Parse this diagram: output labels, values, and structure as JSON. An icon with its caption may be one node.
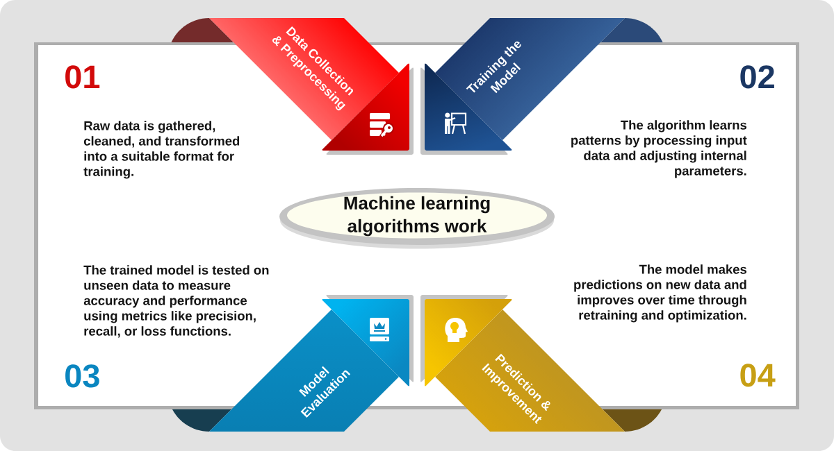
{
  "diagram": {
    "nodes": [
      {
        "text": [
          "Data Collection & Preprocessing"
        ]
      },
      {
        "text": [
          "Training the Model"
        ]
      },
      {
        "text": [
          "Machine learning algorithms work"
        ]
      },
      {
        "text": [
          "Model Evaluation"
        ]
      },
      {
        "text": [
          "Prediction & Improvement"
        ]
      }
    ],
    "labels": [
      "01",
      "Raw data is gathered, cleaned, and transformed into a suitable format for training.",
      "02",
      "The algorithm learns patterns by processing input data and adjusting internal parameters.",
      "The trained model is tested on unseen data to measure accuracy and performance using metrics like precision, recall, or loss functions.",
      "The model makes predictions on new data and improves over time through retraining and optimization.",
      "03",
      "04"
    ]
  }
}
